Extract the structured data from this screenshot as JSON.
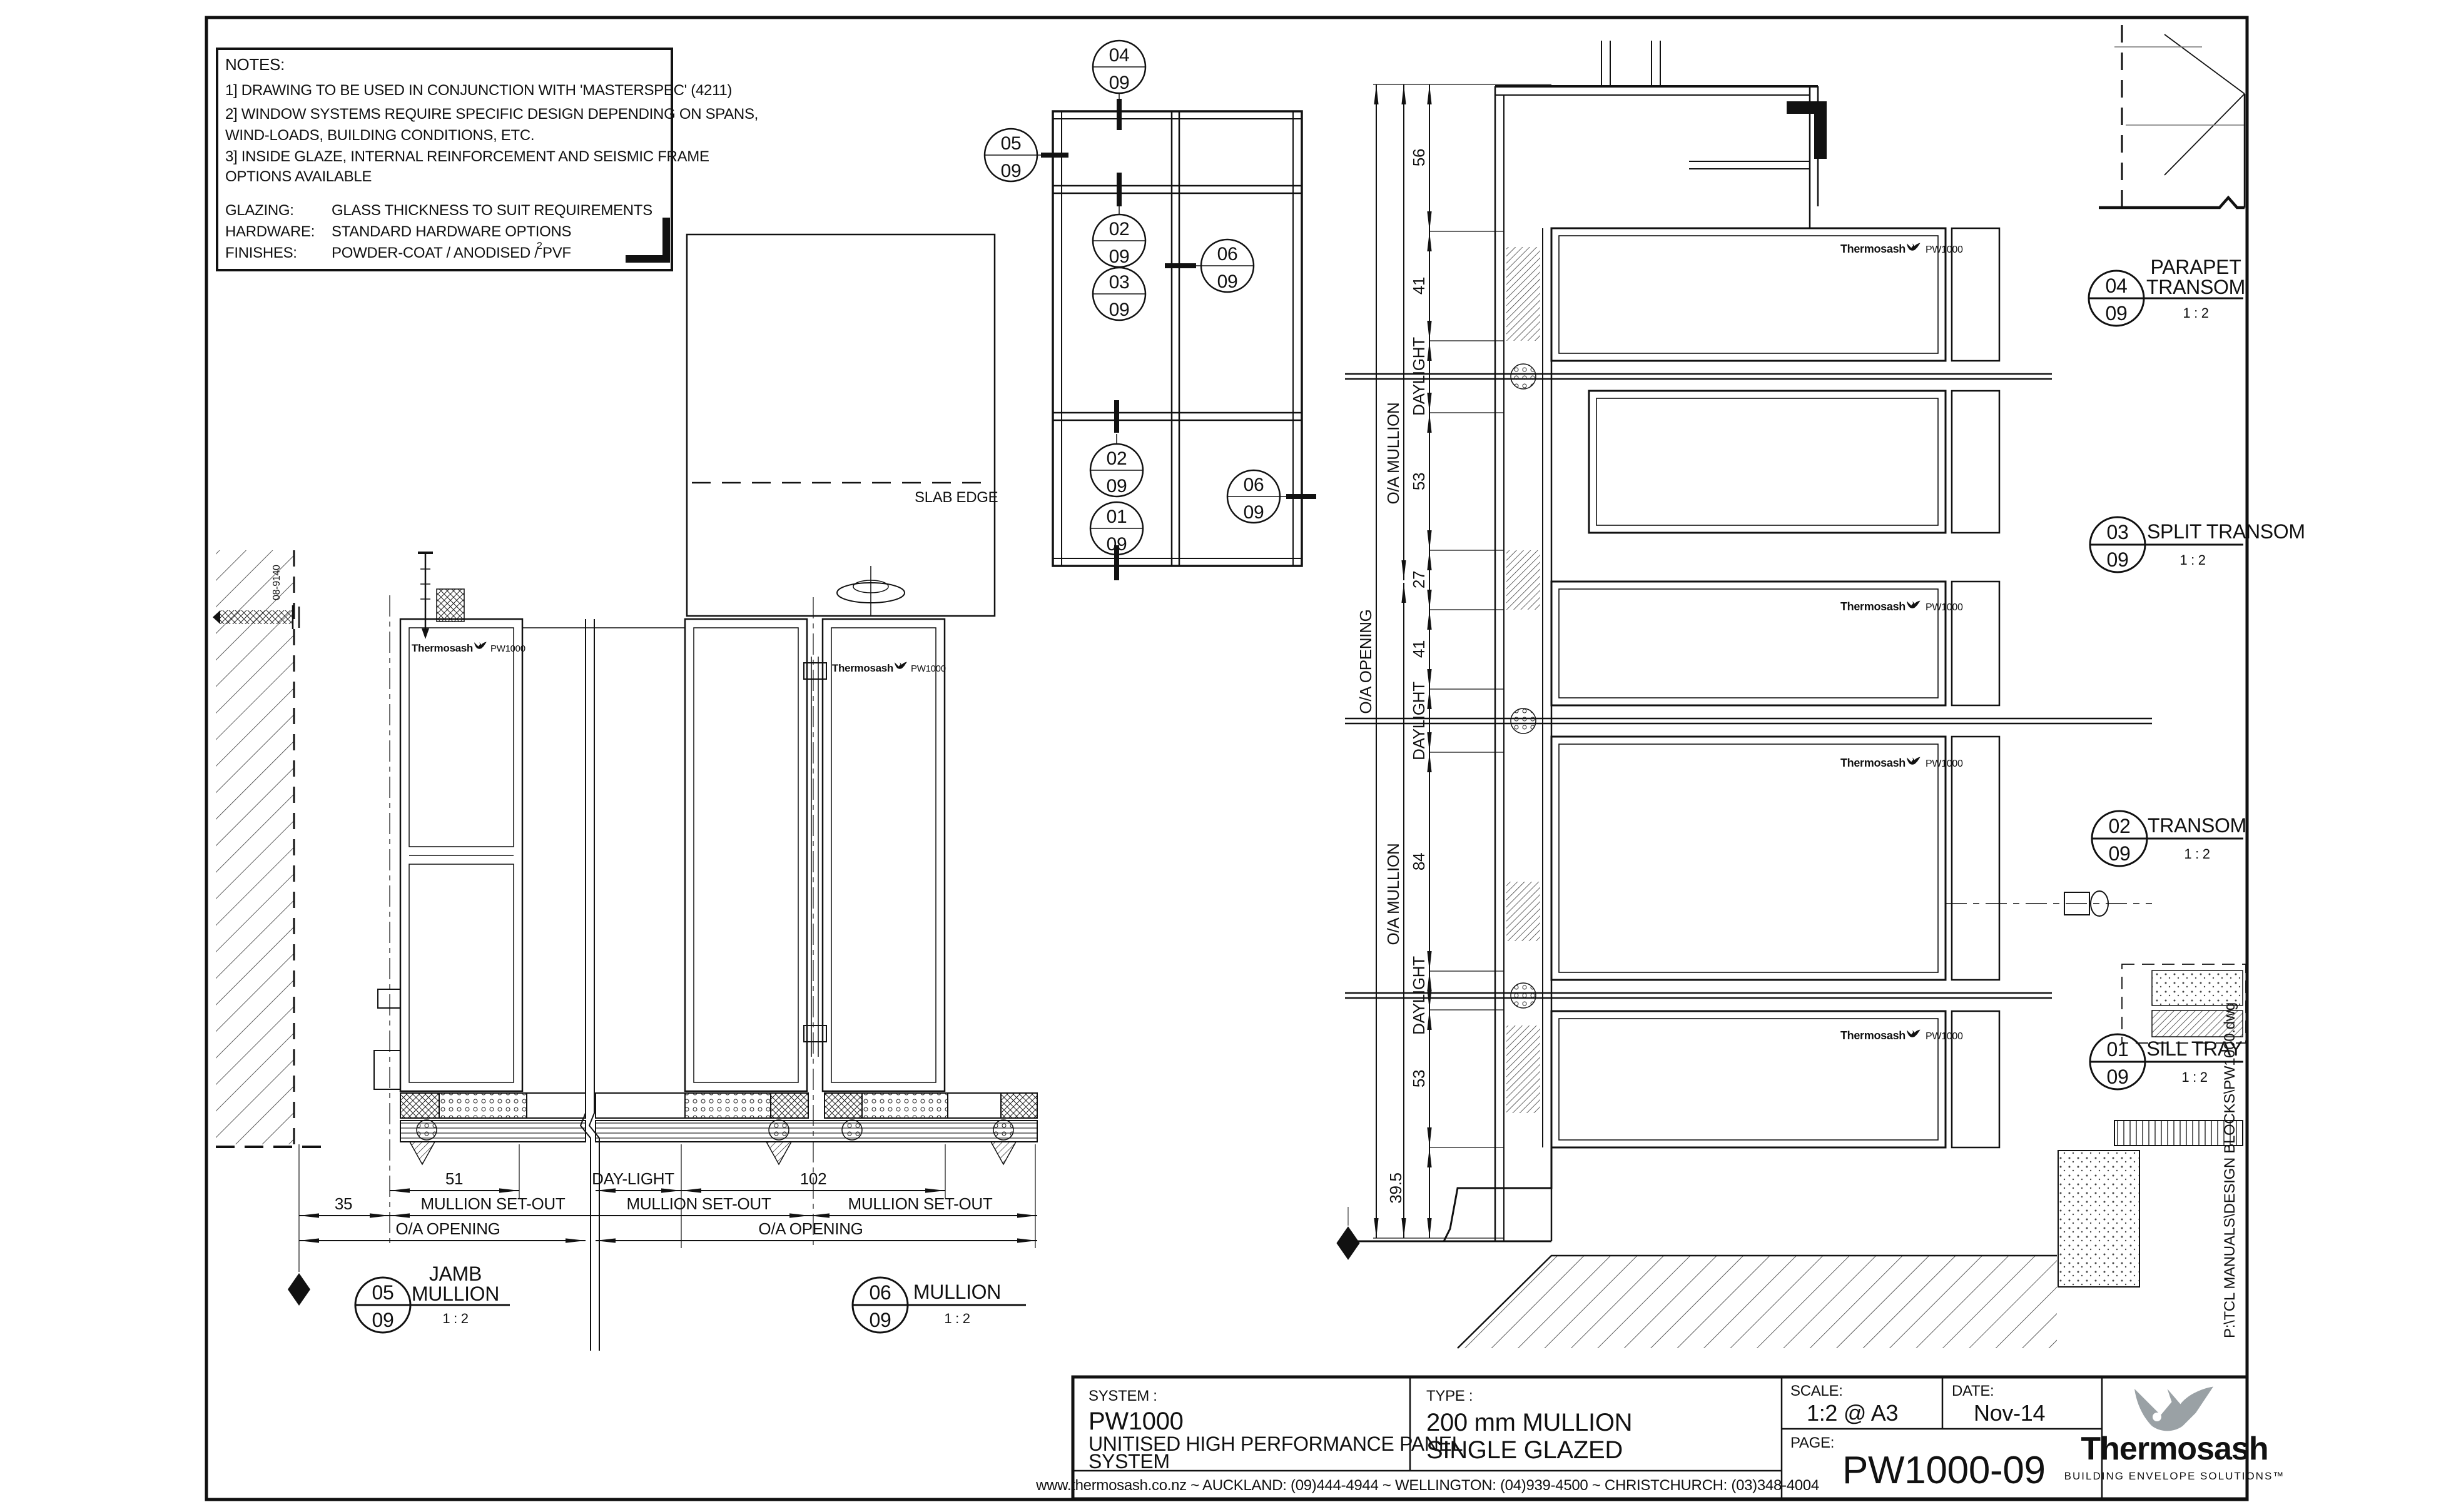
{
  "notes": {
    "title": "NOTES:",
    "lines": [
      "1] DRAWING TO BE USED IN CONJUNCTION WITH 'MASTERSPEC' (4211)",
      "2] WINDOW SYSTEMS REQUIRE SPECIFIC DESIGN DEPENDING ON SPANS,",
      "WIND-LOADS, BUILDING CONDITIONS, ETC.",
      "3] INSIDE GLAZE, INTERNAL REINFORCEMENT AND SEISMIC FRAME",
      "OPTIONS AVAILABLE"
    ],
    "rows": [
      {
        "label": "GLAZING:",
        "value": "GLASS THICKNESS TO SUIT REQUIREMENTS"
      },
      {
        "label": "HARDWARE:",
        "value": "STANDARD HARDWARE OPTIONS"
      },
      {
        "label": "FINISHES:",
        "value": "POWDER-COAT / ANODISED / PVF"
      }
    ],
    "finishes_sup": "2"
  },
  "keyplan": {
    "c04": {
      "n": "04",
      "s": "09"
    },
    "c05": {
      "n": "05",
      "s": "09"
    },
    "c02a": {
      "n": "02",
      "s": "09"
    },
    "c03": {
      "n": "03",
      "s": "09"
    },
    "c06a": {
      "n": "06",
      "s": "09"
    },
    "c02b": {
      "n": "02",
      "s": "09"
    },
    "c01": {
      "n": "01",
      "s": "09"
    },
    "c06b": {
      "n": "06",
      "s": "09"
    }
  },
  "details": {
    "parapet": {
      "n": "04",
      "s": "09",
      "t1": "PARAPET",
      "t2": "TRANSOM",
      "scale": "1 : 2"
    },
    "split": {
      "n": "03",
      "s": "09",
      "t": "SPLIT TRANSOM",
      "scale": "1 : 2"
    },
    "transom": {
      "n": "02",
      "s": "09",
      "t": "TRANSOM",
      "scale": "1 : 2"
    },
    "sill": {
      "n": "01",
      "s": "09",
      "t": "SILL TRAY",
      "scale": "1 : 2"
    },
    "jamb": {
      "n": "05",
      "s": "09",
      "t1": "JAMB",
      "t2": "MULLION",
      "scale": "1 : 2"
    },
    "mullion": {
      "n": "06",
      "s": "09",
      "t": "MULLION",
      "scale": "1 : 2"
    }
  },
  "plan_dims": {
    "d35": "35",
    "d51": "51",
    "daylight": "DAY-LIGHT",
    "d102": "102",
    "setout": "MULLION SET-OUT",
    "oa_opening": "O/A OPENING",
    "slab_edge": "SLAB EDGE",
    "anchor_ref": "08-9140"
  },
  "section_dims": {
    "d56": "56",
    "d41": "41",
    "d53": "53",
    "d27": "27",
    "d84": "84",
    "d39_5": "39.5",
    "daylight": "DAYLIGHT",
    "oa_opening": "O/A OPENING",
    "oa_mullion": "O/A MULLION"
  },
  "brand": {
    "name": "Thermosash",
    "model": "PW1000"
  },
  "titleblock": {
    "system_label": "SYSTEM :",
    "system1": "PW1000",
    "system2": "UNITISED HIGH PERFORMANCE PANEL",
    "system3": "SYSTEM",
    "type_label": "TYPE :",
    "type1": "200 mm MULLION",
    "type2": "SINGLE GLAZED",
    "scale_label": "SCALE:",
    "scale_value": "1:2 @ A3",
    "date_label": "DATE:",
    "date_value": "Nov-14",
    "page_label": "PAGE:",
    "page_value": "PW1000-09",
    "footer": "www.thermosash.co.nz  ~  AUCKLAND: (09)444-4944  ~  WELLINGTON: (04)939-4500  ~  CHRISTCHURCH: (03)348-4004"
  },
  "logo": {
    "name": "Thermosash",
    "tagline": "BUILDING ENVELOPE SOLUTIONS™",
    "blue": "#1e5a80",
    "gray": "#9aa1a5"
  },
  "file_ref": "P:\\TCL MANUALS\\DESIGN BLOCKS\\PW1000.dwg"
}
